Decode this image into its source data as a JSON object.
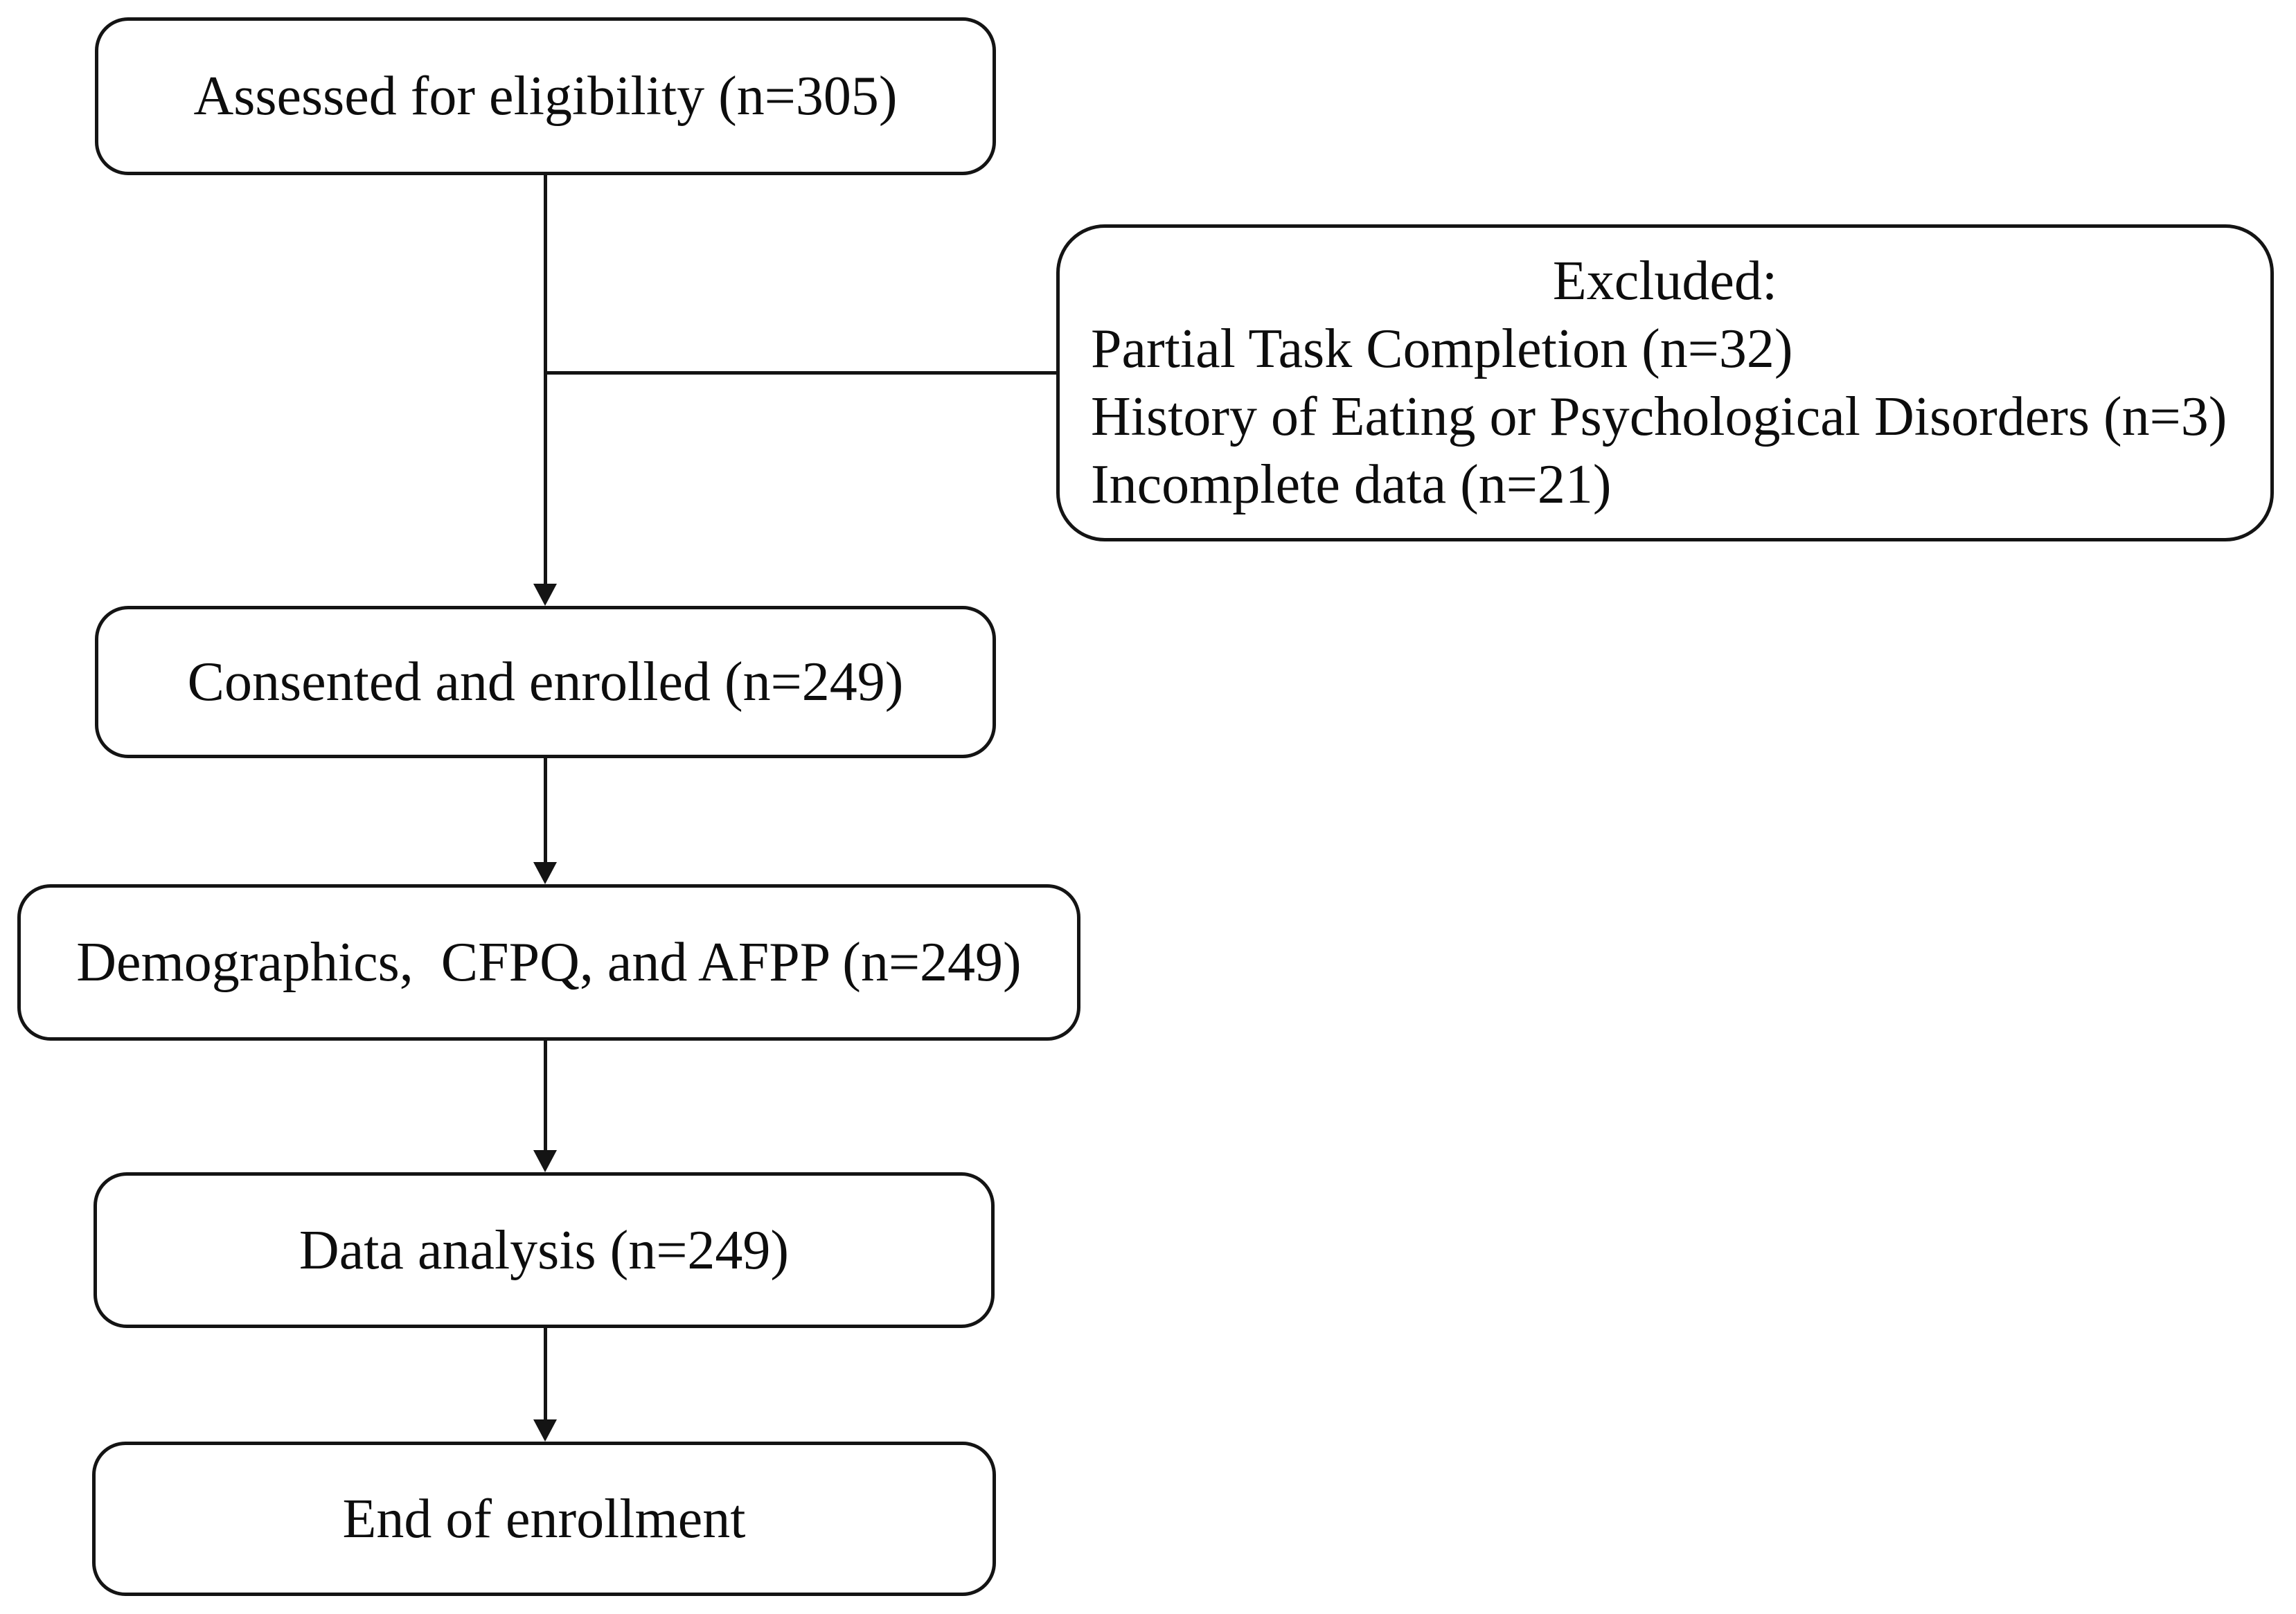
{
  "page": {
    "background_color": "#ffffff",
    "line_color": "#141414",
    "text_color": "#0d0d0d"
  },
  "flow": {
    "assessed": {
      "label": "Assessed for eligibility (n=305)"
    },
    "excluded": {
      "title": "Excluded:",
      "items": [
        "Partial Task Completion (n=32)",
        "History of Eating or Psychological Disorders (n=3)",
        "Incomplete data (n=21)"
      ]
    },
    "consented": {
      "label": "Consented and enrolled (n=249)"
    },
    "demographics": {
      "label": "Demographics,  CFPQ, and AFPP (n=249)"
    },
    "data_analysis": {
      "label": "Data analysis (n=249)"
    },
    "end": {
      "label": "End of enrollment"
    }
  }
}
